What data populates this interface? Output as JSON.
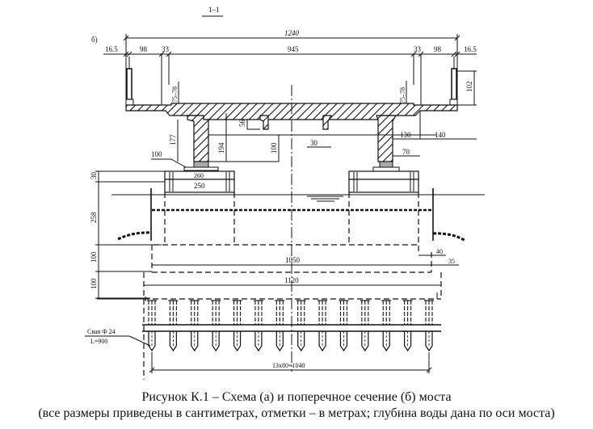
{
  "section_mark": "1–1",
  "view_label": "б)",
  "dimensions": {
    "total_width": "1240",
    "carriageway": "945",
    "left_edge": "16.5",
    "left_sidewalk": "98",
    "left_curb": "33",
    "right_curb": "33",
    "right_sidewalk": "98",
    "right_edge": "16.5",
    "curb_height_left": "75–78",
    "curb_height_right": "75–78",
    "railing_height": "102",
    "rib_height": "56",
    "girder_depth": "177",
    "web_height": "194",
    "beam_depth": "100",
    "rib_width": "30",
    "cantilever_inner": "130",
    "cantilever_outer": "140",
    "bearing_left": "100",
    "bearing_right": "70",
    "cap_width": "260",
    "cap_lower_width": "250",
    "cap_height": "30",
    "pier_height": "258",
    "foundation_step_1": "100",
    "foundation_step_2": "100",
    "grillage_width": "1050",
    "offset_40": "40",
    "offset_35": "35",
    "base_width": "1120",
    "pile_spacing": "13x80=1040"
  },
  "pile_label": {
    "line1": "Свая Ф 24",
    "line2": "L=900"
  },
  "pile_count": 14,
  "caption": {
    "line1": "Рисунок К.1 – Схема (а) и поперечное сечение (б) моста",
    "line2": "(все размеры приведены в сантиметрах, отметки – в метрах; глубина воды дана по оси моста)"
  }
}
